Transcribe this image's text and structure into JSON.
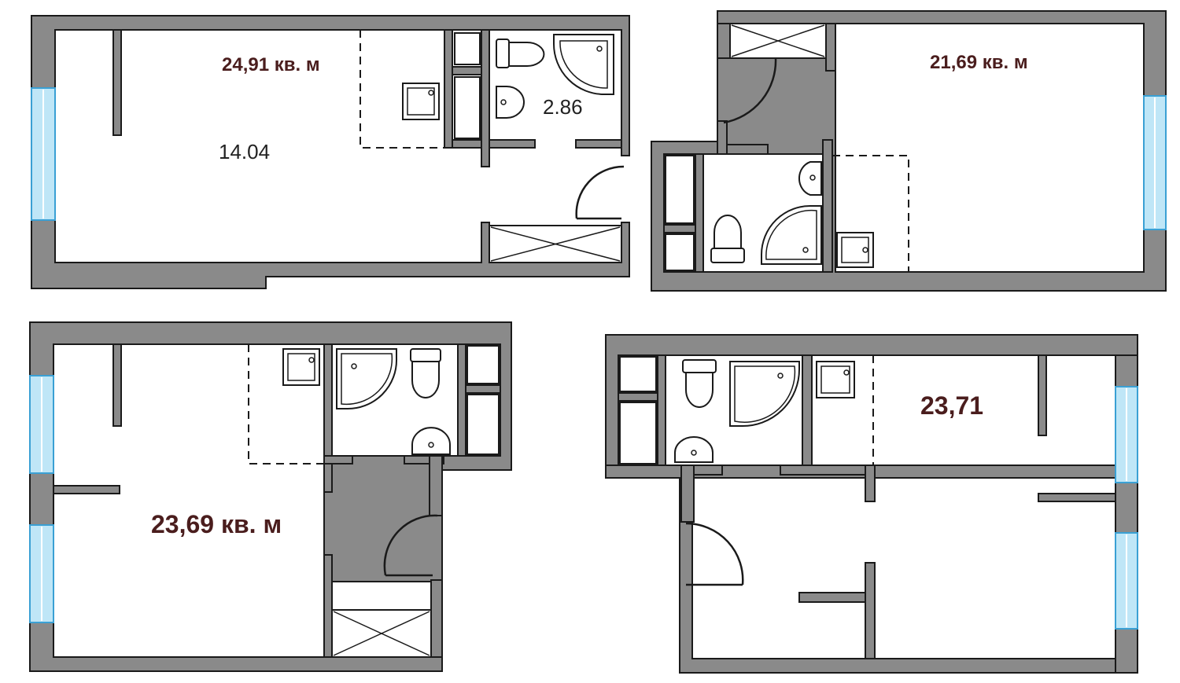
{
  "plans": [
    {
      "id": "plan-1",
      "area_label": "24,91 кв. м",
      "room_labels": [
        "14.04",
        "2.86"
      ]
    },
    {
      "id": "plan-2",
      "area_label": "21,69 кв. м",
      "room_labels": []
    },
    {
      "id": "plan-3",
      "area_label": "23,69 кв. м",
      "room_labels": []
    },
    {
      "id": "plan-4",
      "area_label": "23,71",
      "room_labels": []
    }
  ],
  "colors": {
    "wall": "#8a8a8a",
    "window": "#bfe6f7",
    "label": "#4a1d1d"
  }
}
